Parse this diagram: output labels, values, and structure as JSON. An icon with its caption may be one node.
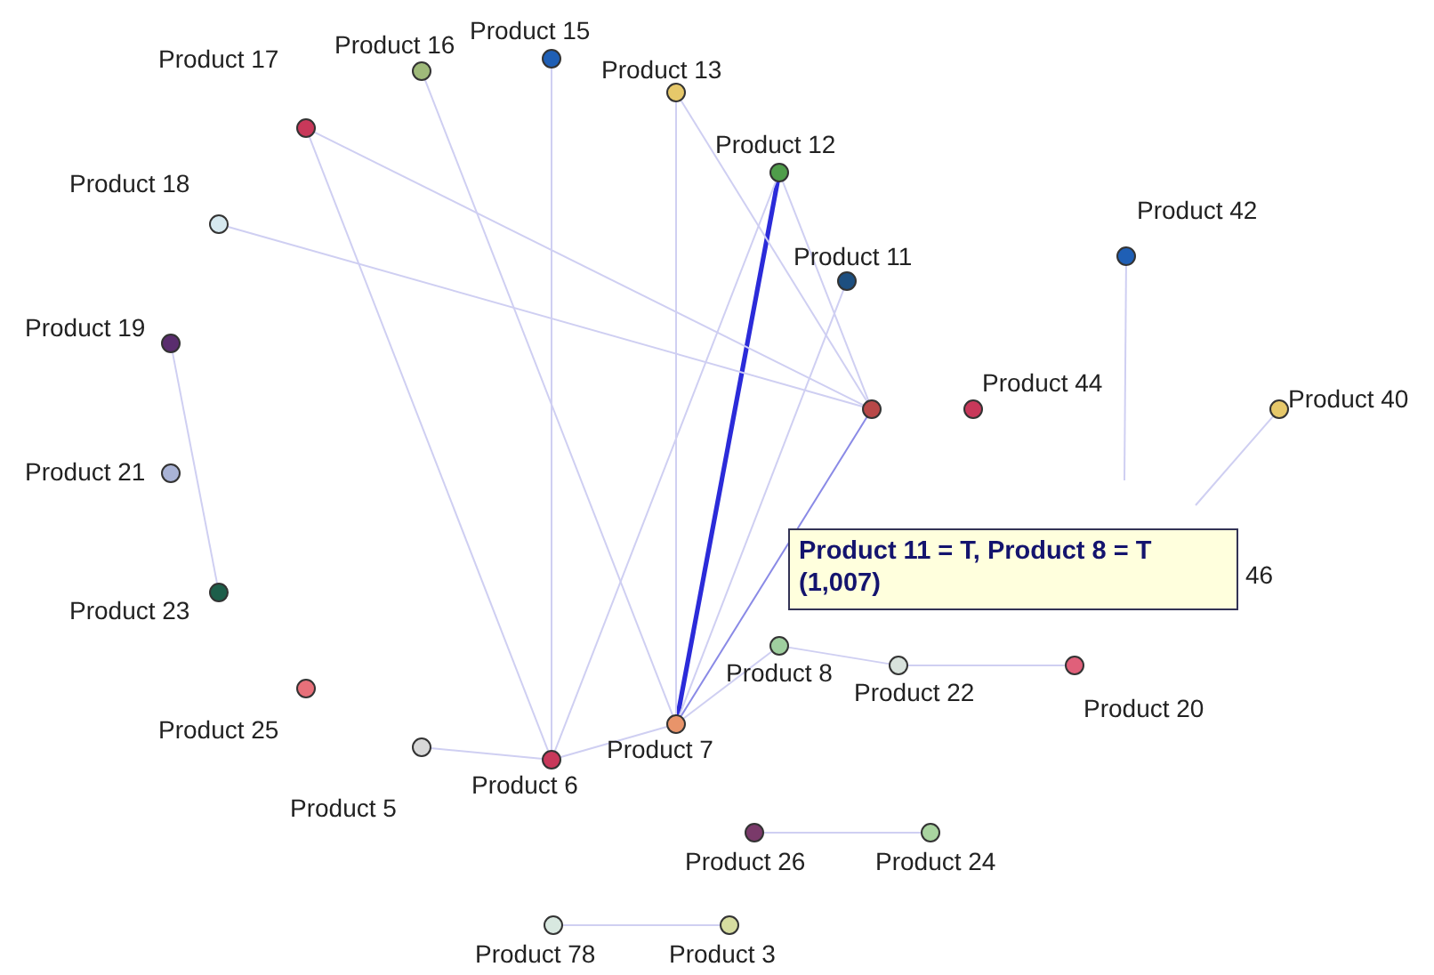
{
  "diagram": {
    "nodes": [
      {
        "text": [
          "Product 15"
        ]
      },
      {
        "text": [
          "Product 16"
        ]
      },
      {
        "text": [
          "Product 17"
        ]
      },
      {
        "text": [
          "Product 13"
        ]
      },
      {
        "text": [
          "Product 12"
        ]
      },
      {
        "text": [
          "Product 18"
        ]
      },
      {
        "text": [
          "Product 42"
        ]
      },
      {
        "text": [
          "Product 11"
        ]
      },
      {
        "text": [
          "Product 19"
        ]
      },
      {
        "text": [
          "Product 44"
        ]
      },
      {
        "text": [],
        "shape": "circle"
      },
      {
        "text": [
          "Product 40"
        ]
      },
      {
        "text": [
          "Product 21"
        ]
      },
      {
        "text": [
          "Product 23"
        ]
      },
      {
        "text": [
          "46"
        ]
      },
      {
        "text": [
          "Product 11 = T, Product 8 = T (1,007)"
        ]
      },
      {
        "text": [
          "Product 8"
        ]
      },
      {
        "text": [
          "Product 22"
        ]
      },
      {
        "text": [
          "Product 20"
        ]
      },
      {
        "text": [
          "Product 25"
        ]
      },
      {
        "text": [
          "Product 7"
        ]
      },
      {
        "text": [
          "Product 5"
        ]
      },
      {
        "text": [
          "Product 6"
        ]
      },
      {
        "text": [
          "Product 26"
        ]
      },
      {
        "text": [
          "Product 24"
        ]
      },
      {
        "text": [
          "Product 78"
        ]
      },
      {
        "text": [
          "Product 3"
        ]
      }
    ],
    "edges": [
      {
        "from": 4,
        "to": 20,
        "arrow": "none",
        "style": "thick",
        "color": "#2b2bd9"
      },
      {
        "from": 10,
        "to": 20,
        "arrow": "none",
        "color": "#8a8ae6"
      },
      {
        "from": 3,
        "to": 20,
        "arrow": "none"
      },
      {
        "from": 0,
        "to": 22,
        "arrow": "none"
      },
      {
        "from": 4,
        "to": 10,
        "arrow": "none"
      },
      {
        "from": 3,
        "to": 10,
        "arrow": "none"
      },
      {
        "from": 2,
        "to": 10,
        "arrow": "none"
      },
      {
        "from": 7,
        "to": 20,
        "arrow": "none"
      },
      {
        "from": 16,
        "to": 20,
        "arrow": "none"
      },
      {
        "from": 22,
        "to": 20,
        "arrow": "none"
      },
      {
        "from": 21,
        "to": 22,
        "arrow": "none"
      },
      {
        "from": 6,
        "to": null,
        "arrow": "none"
      },
      {
        "from": 11,
        "to": null,
        "arrow": "none"
      },
      {
        "from": 25,
        "to": 26,
        "arrow": "none"
      },
      {
        "from": 23,
        "to": 24,
        "arrow": "none"
      },
      {
        "from": 16,
        "to": 17,
        "arrow": "none"
      },
      {
        "from": 17,
        "to": 18,
        "arrow": "none"
      },
      {
        "from": 8,
        "to": 13,
        "arrow": "none"
      },
      {
        "from": 2,
        "to": 22,
        "arrow": "none"
      },
      {
        "from": 5,
        "to": 10,
        "arrow": "none"
      },
      {
        "from": 4,
        "to": 22,
        "arrow": "none"
      },
      {
        "from": 1,
        "to": 20,
        "arrow": "none"
      }
    ]
  }
}
